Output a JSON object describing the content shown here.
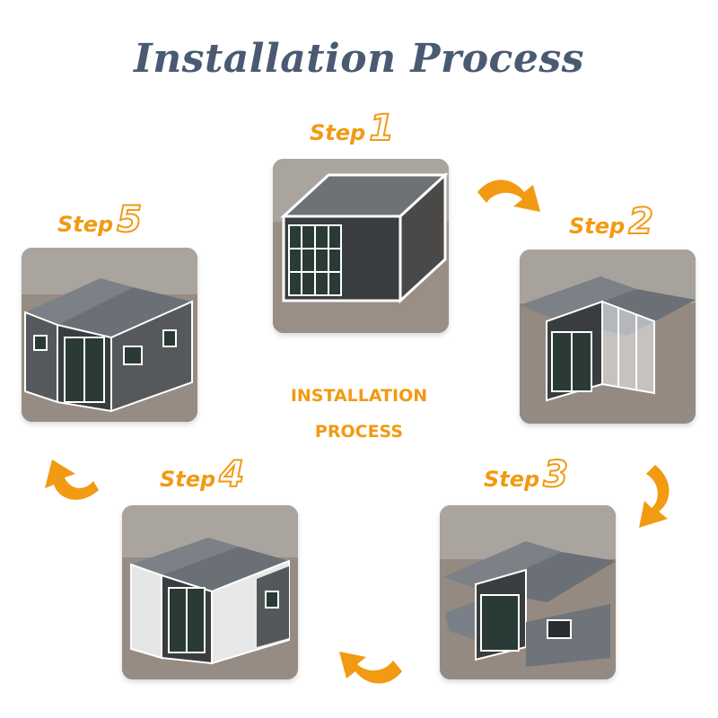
{
  "title": "Installation Process",
  "center": {
    "line1": "INSTALLATION",
    "line2": "PROCESS"
  },
  "steps": [
    {
      "word": "Step",
      "number": "1"
    },
    {
      "word": "Step",
      "number": "2"
    },
    {
      "word": "Step",
      "number": "3"
    },
    {
      "word": "Step",
      "number": "4"
    },
    {
      "word": "Step",
      "number": "5"
    }
  ],
  "colors": {
    "accent": "#f29a12",
    "title": "#4a5a72"
  },
  "icons": [
    "curved-arrow-icon"
  ]
}
